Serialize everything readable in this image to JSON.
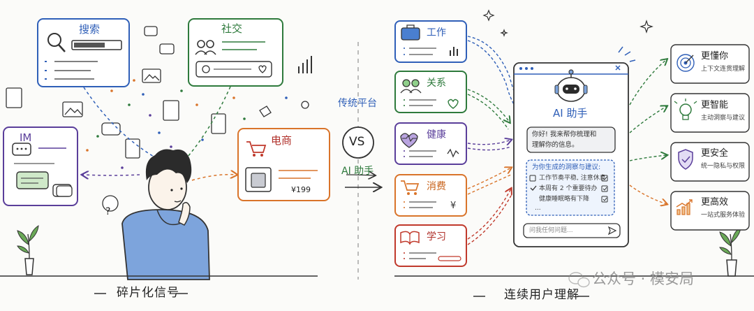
{
  "left": {
    "search_label": "搜索",
    "social_label": "社交",
    "im_label": "IM",
    "ecommerce_label": "电商",
    "price": "¥199",
    "caption": "碎片化信号"
  },
  "middle": {
    "traditional_label": "传统平台",
    "vs_label": "VS",
    "ai_label": "AI 助手"
  },
  "categories": [
    {
      "label": "工作"
    },
    {
      "label": "关系"
    },
    {
      "label": "健康"
    },
    {
      "label": "消费"
    },
    {
      "label": "学习"
    }
  ],
  "assistant": {
    "title": "AI 助手",
    "greeting_line1": "你好! 我来帮你梳理和",
    "greeting_line2": "理解你的信息。",
    "insight_title": "为你生成的洞察与建议:",
    "insights": [
      "工作节奏平稳, 注意休息",
      "本周有 2 个重要待办",
      "健康睡眠略有下降"
    ],
    "ellipsis": "...",
    "input_placeholder": "问我任何问题..."
  },
  "benefits": [
    {
      "title": "更懂你",
      "desc": "上下文连贯理解"
    },
    {
      "title": "更智能",
      "desc": "主动洞察与建议"
    },
    {
      "title": "更安全",
      "desc": "统一隐私与权限"
    },
    {
      "title": "更高效",
      "desc": "一站式服务体验"
    }
  ],
  "right_caption": "连续用户理解",
  "watermark": "公众号 · 模安局",
  "colors": {
    "blue": "#2f5fb8",
    "green": "#2e7a3c",
    "purple": "#5a3e9a",
    "orange": "#d9742a",
    "red": "#c0392b"
  }
}
